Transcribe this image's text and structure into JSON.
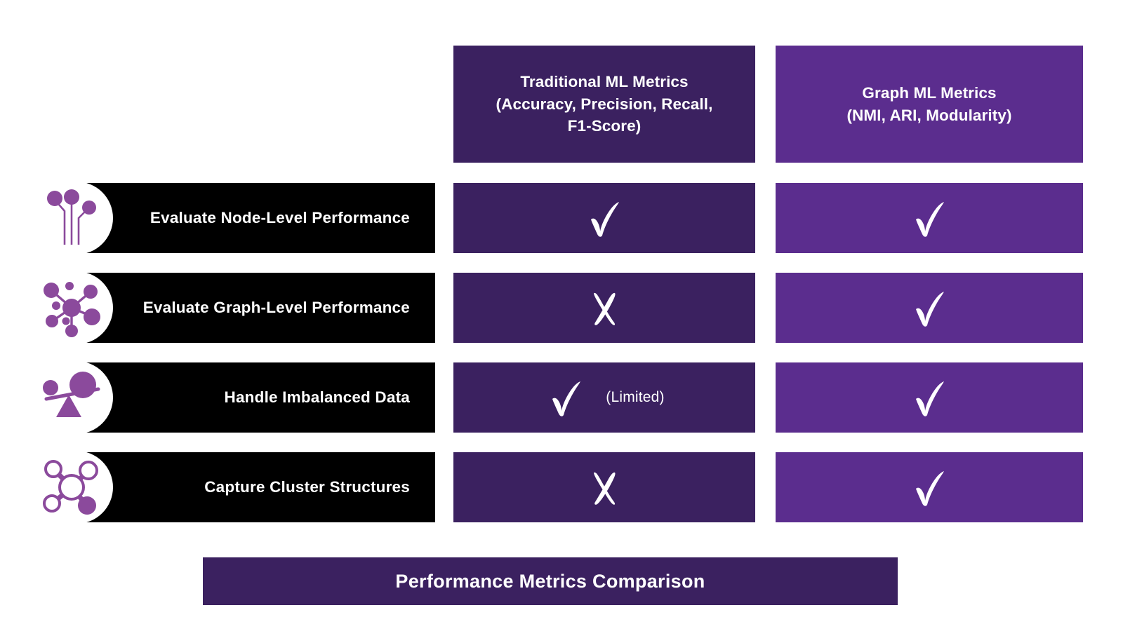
{
  "accent": {
    "dark_purple": "#3B2160",
    "bright_purple": "#5B2D8E",
    "icon_purple": "#8B4A9C",
    "bar_black": "#000000",
    "text_white": "#FFFFFF"
  },
  "columns": [
    {
      "id": "traditional",
      "label": "Traditional ML Metrics\n(Accuracy, Precision, Recall,\nF1-Score)",
      "color": "#3B2160"
    },
    {
      "id": "graph",
      "label": "Graph ML Metrics\n(NMI, ARI, Modularity)",
      "color": "#5B2D8E"
    }
  ],
  "rows": [
    {
      "label": "Evaluate Node-Level Performance",
      "icon": "circuit-nodes-icon",
      "traditional": {
        "mark": "check",
        "note": ""
      },
      "graph": {
        "mark": "check",
        "note": ""
      }
    },
    {
      "label": "Evaluate Graph-Level Performance",
      "icon": "network-hub-icon",
      "traditional": {
        "mark": "cross",
        "note": ""
      },
      "graph": {
        "mark": "check",
        "note": ""
      }
    },
    {
      "label": "Handle Imbalanced Data",
      "icon": "unbalanced-scale-icon",
      "traditional": {
        "mark": "check",
        "note": "(Limited)"
      },
      "graph": {
        "mark": "check",
        "note": ""
      }
    },
    {
      "label": "Capture Cluster Structures",
      "icon": "molecule-cluster-icon",
      "traditional": {
        "mark": "cross",
        "note": ""
      },
      "graph": {
        "mark": "check",
        "note": ""
      }
    }
  ],
  "footer": {
    "title": "Performance Metrics Comparison"
  }
}
